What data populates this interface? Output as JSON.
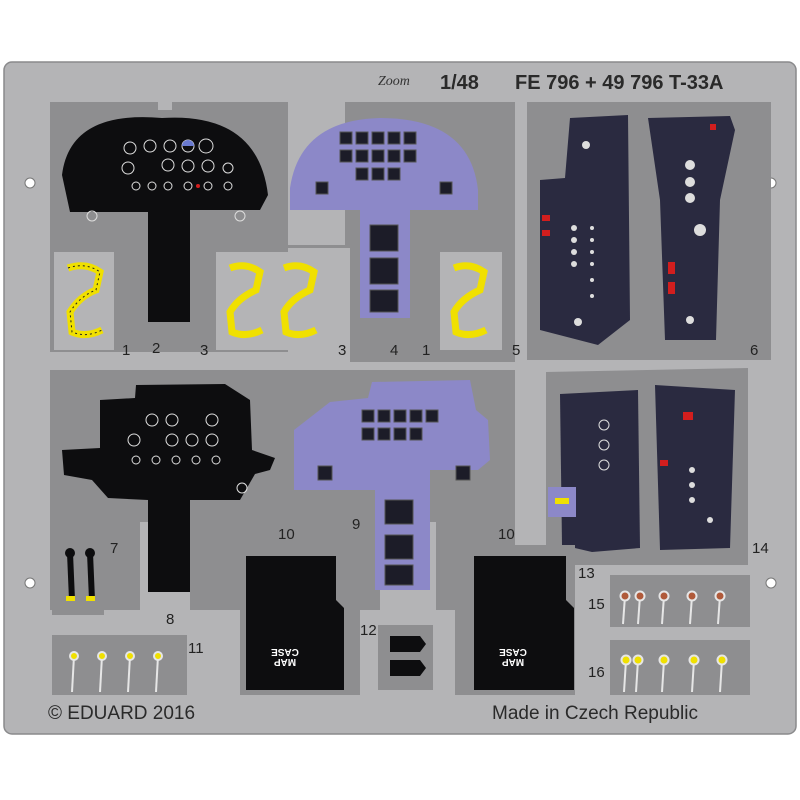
{
  "sheet": {
    "scale": "1/48",
    "code": "FE 796 + 49 796 T-33A",
    "brand_logo": "Zoom",
    "copyright": "© EDUARD 2016",
    "origin": "Made in Czech Republic"
  },
  "part_numbers": [
    "1",
    "2",
    "3",
    "3",
    "4",
    "1",
    "5",
    "6",
    "7",
    "8",
    "9",
    "10",
    "10",
    "11",
    "12",
    "13",
    "14",
    "15",
    "16"
  ],
  "map_case_labels": [
    "MAP CASE",
    "MAP CASE"
  ],
  "colors": {
    "fret": "#b4b4b6",
    "cutout": "#8e8e90",
    "black_part": "#0d0d0f",
    "panel_blue": "#8c88c8",
    "console_navy": "#2a2a40",
    "yellow": "#f0e000",
    "red": "#d21e1e",
    "brown": "#b05a3a"
  }
}
